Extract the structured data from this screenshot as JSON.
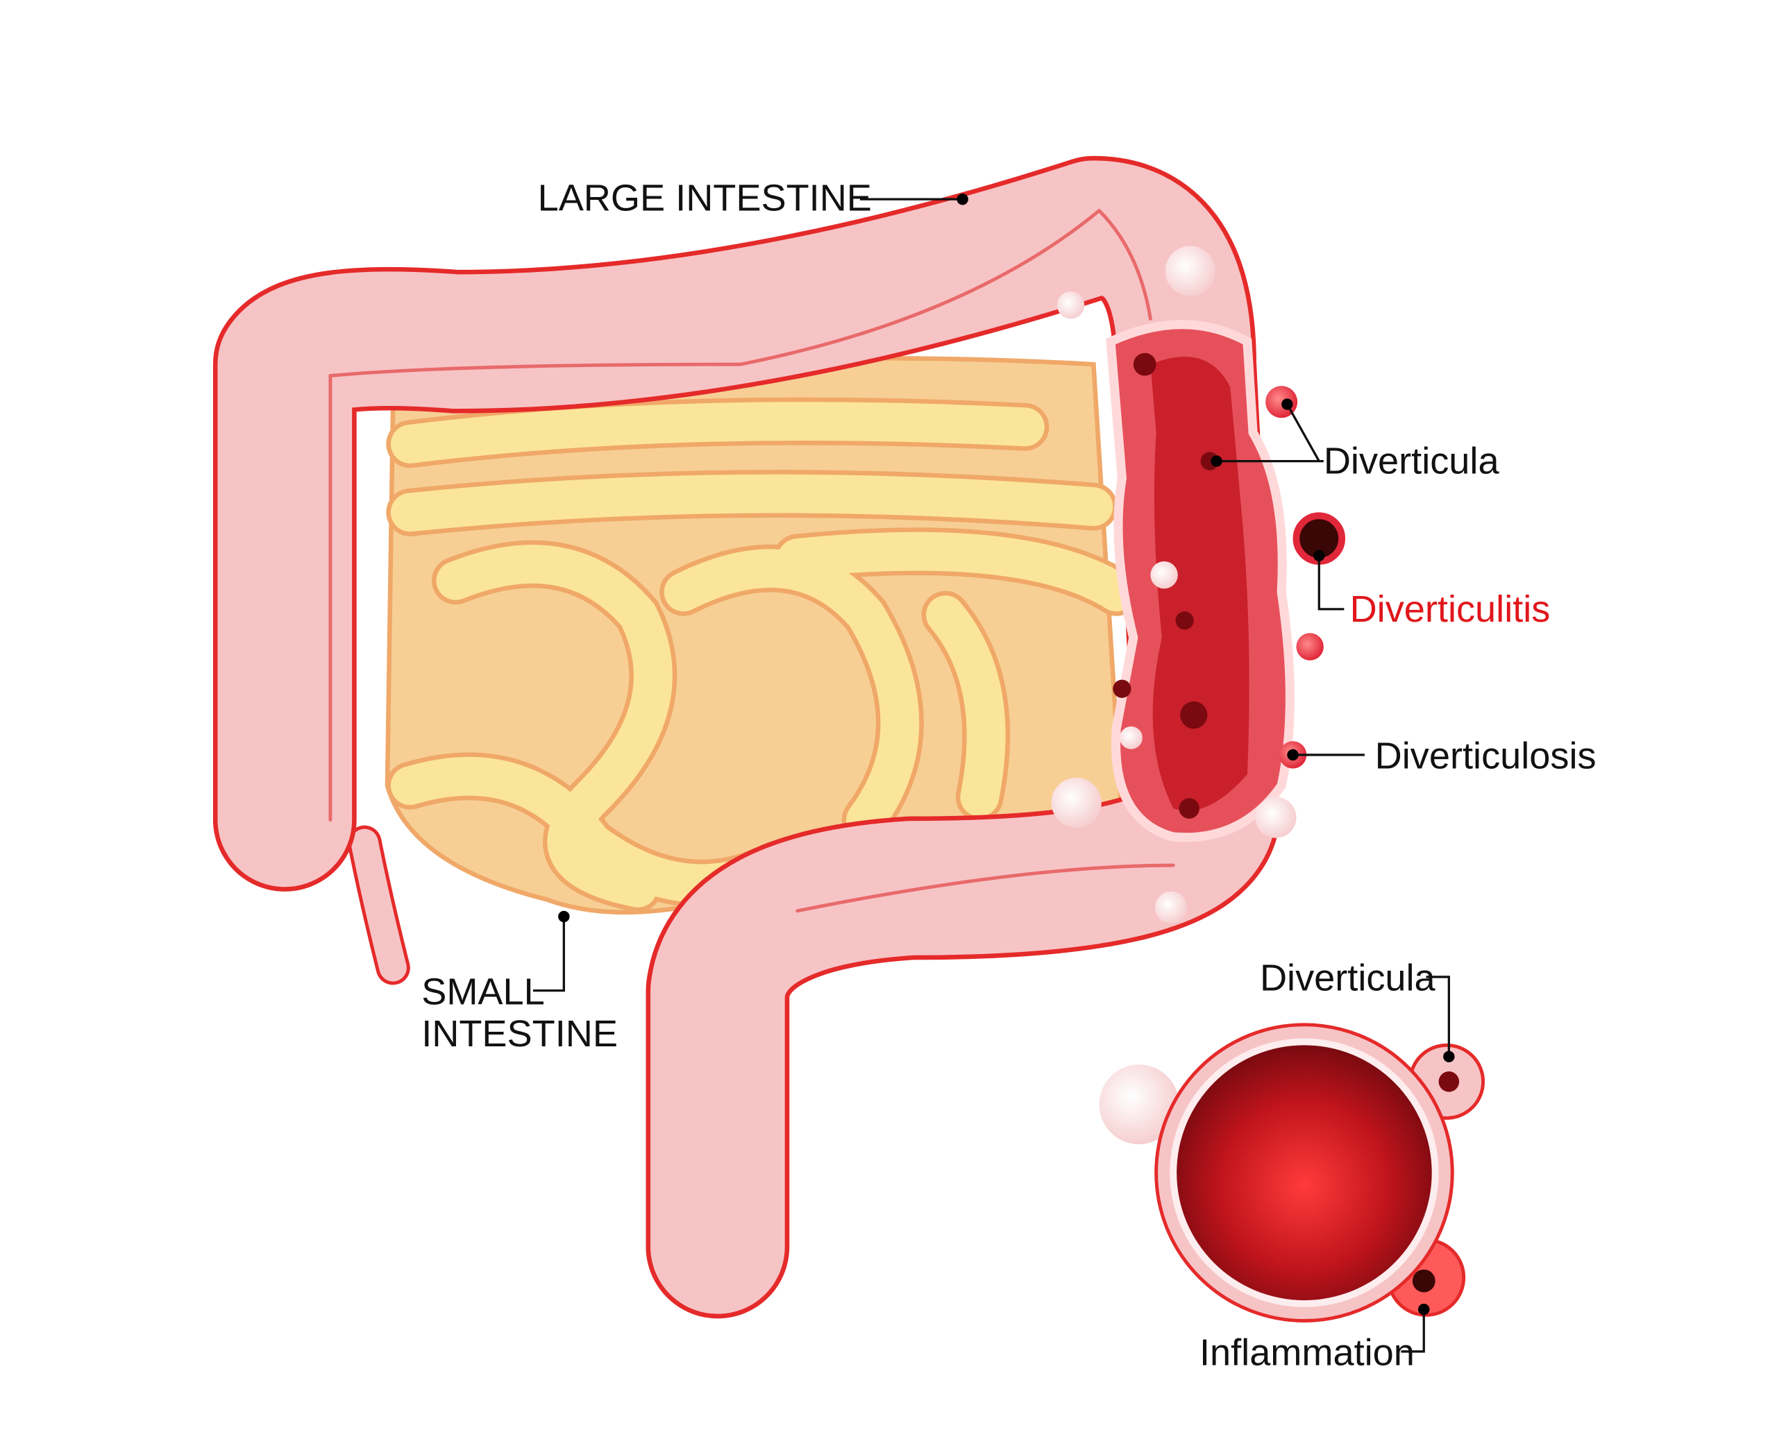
{
  "title": "Diverticulosis and diverticulitis of the large intestine",
  "labels": {
    "large_intestine": "LARGE INTESTINE",
    "small_intestine_line1": "SMALL",
    "small_intestine_line2": "INTESTINE",
    "diverticula": "Diverticula",
    "diverticulitis": "Diverticulitis",
    "diverticulosis": "Diverticulosis",
    "cross_section_diverticula": "Diverticula",
    "inflammation": "Inflammation"
  },
  "colors": {
    "colon": "#f7c4c6",
    "colon_outline": "#e52a2a",
    "small_intestine": "#fbe59a",
    "small_intestine_outline": "#f0a868",
    "inflamed": "#d9323e",
    "highlight_label": "#e0161b"
  }
}
